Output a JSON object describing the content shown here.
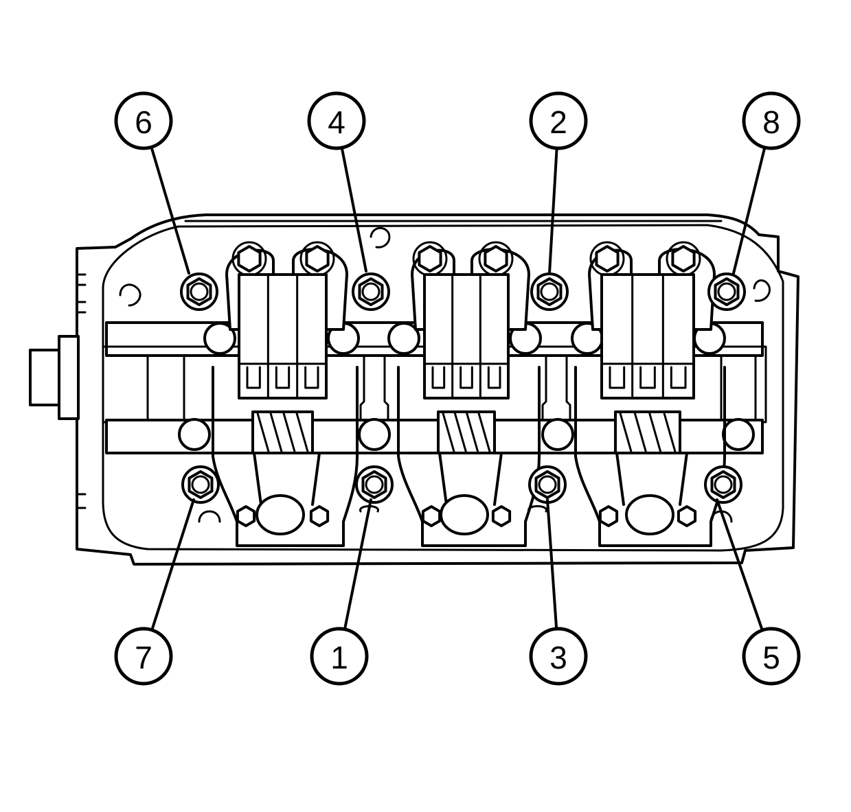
{
  "colors": {
    "line": "#000000",
    "background": "#ffffff"
  },
  "callouts": [
    {
      "id": "6",
      "label": "6"
    },
    {
      "id": "4",
      "label": "4"
    },
    {
      "id": "2",
      "label": "2"
    },
    {
      "id": "8",
      "label": "8"
    },
    {
      "id": "7",
      "label": "7"
    },
    {
      "id": "1",
      "label": "1"
    },
    {
      "id": "3",
      "label": "3"
    },
    {
      "id": "5",
      "label": "5"
    }
  ]
}
